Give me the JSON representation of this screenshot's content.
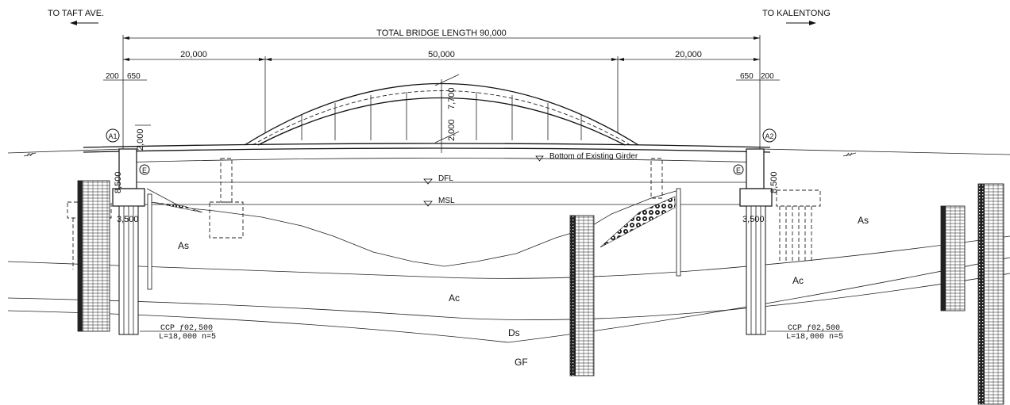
{
  "directions": {
    "left": "TO TAFT AVE.",
    "right": "TO KALENTONG"
  },
  "dimensions": {
    "total": "TOTAL BRIDGE LENGTH 90,000",
    "span_left": "20,000",
    "span_center": "50,000",
    "span_right": "20,000",
    "abut_left_a": "200",
    "abut_left_b": "650",
    "abut_right_a": "650",
    "abut_right_b": "200",
    "arch_rise": "7,700",
    "deck_depth_center": "2,000",
    "deck_depth_left": "2,000",
    "abut_height_left": "8,500",
    "abut_height_right": "8,500",
    "footing_left": "3,500",
    "footing_right": "3,500"
  },
  "supports": {
    "a1": "A1",
    "a2": "A2",
    "e_left": "E",
    "e_right": "E"
  },
  "water_levels": {
    "girder": "Bottom of Existing Girder",
    "dfl": "DFL",
    "msl": "MSL"
  },
  "soil_layers": {
    "as_left": "As",
    "as_right": "As",
    "ac_center": "Ac",
    "ac_right": "Ac",
    "ds": "Ds",
    "gf": "GF"
  },
  "piles": {
    "left_spec": "CCP  ƒ02,500",
    "left_length": "L=18,000 n=5",
    "right_spec": "CCP  ƒ02,500",
    "right_length": "L=18,000 n=5"
  }
}
